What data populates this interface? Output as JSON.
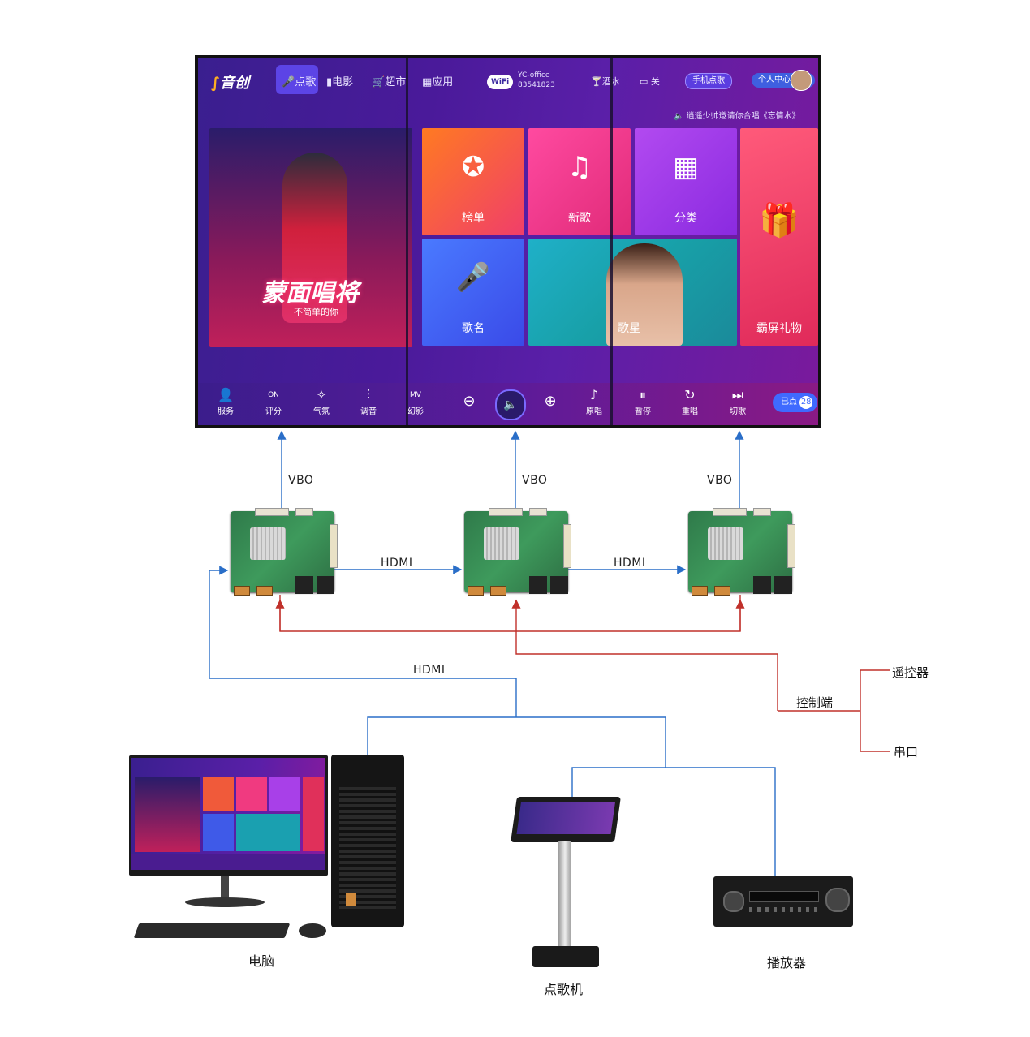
{
  "wall": {
    "logo": "音创",
    "nav": [
      "点歌",
      "电影",
      "超市",
      "应用"
    ],
    "wifi": {
      "badge": "WiFi",
      "ssid": "YC-office",
      "password": "83541823"
    },
    "top_right": {
      "drink": "酒水",
      "off": "关",
      "phone_order": "手机点歌",
      "profile": "个人中心"
    },
    "marquee": "逍遥少帅邀请你合唱《忘情水》",
    "banner_title": "蒙面唱将",
    "banner_subtitle": "不简单的你",
    "tiles": [
      "榜单",
      "新歌",
      "分类",
      "歌名",
      "歌星",
      "霸屏礼物"
    ],
    "controls": [
      "服务",
      "评分",
      "气氛",
      "调音",
      "幻影",
      "原唱",
      "暂停",
      "重唱",
      "切歌"
    ],
    "controls_icon_text": {
      "on": "ON",
      "mv": "MV"
    },
    "queued_label": "已点",
    "queued_count": "28"
  },
  "labels": {
    "vbo": [
      "VBO",
      "VBO",
      "VBO"
    ],
    "hdmi_between": [
      "HDMI",
      "HDMI"
    ],
    "hdmi_source": "HDMI",
    "control_end": "控制端",
    "remote": "遥控器",
    "serial": "串口"
  },
  "devices": {
    "computer": "电脑",
    "kiosk": "点歌机",
    "player": "播放器"
  },
  "colors": {
    "hdmi_line": "#2a6ec8",
    "control_line": "#c0302a"
  }
}
